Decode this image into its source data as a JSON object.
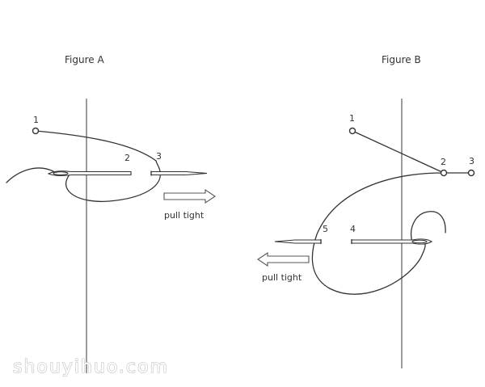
{
  "figures": [
    {
      "title": "Figure A",
      "points": [
        "1",
        "2",
        "3"
      ],
      "action": "pull tight"
    },
    {
      "title": "Figure B",
      "points": [
        "1",
        "2",
        "3",
        "4",
        "5"
      ],
      "action": "pull tight"
    }
  ],
  "watermark": "shouyihuo.com",
  "colors": {
    "background": "#ffffff",
    "ink": "#333333",
    "watermark_outline": "#b9b9b9"
  }
}
